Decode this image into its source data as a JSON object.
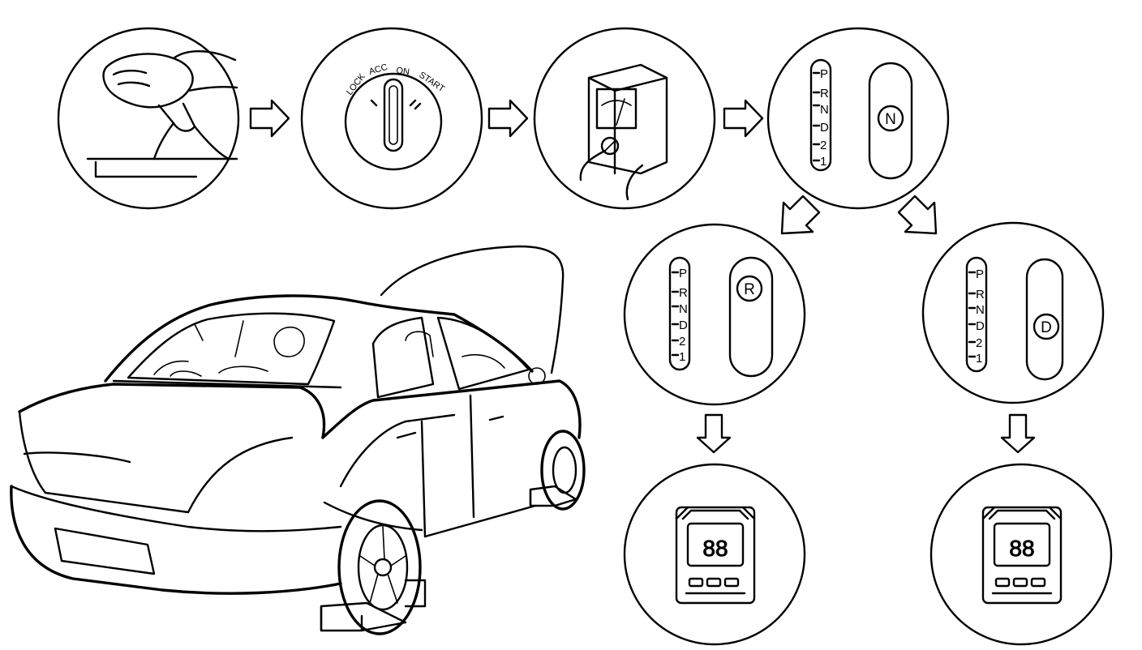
{
  "ignition_switch": {
    "positions": [
      "LOCK",
      "ACC",
      "ON",
      "START"
    ]
  },
  "shift_gates": [
    {
      "id": "neutral",
      "positions": [
        "P",
        "R",
        "N",
        "D",
        "2",
        "1"
      ],
      "selected": "N"
    },
    {
      "id": "reverse",
      "positions": [
        "P",
        "R",
        "N",
        "D",
        "2",
        "1"
      ],
      "selected": "R"
    },
    {
      "id": "drive",
      "positions": [
        "P",
        "R",
        "N",
        "D",
        "2",
        "1"
      ],
      "selected": "D"
    }
  ],
  "display_readout": "88",
  "icons": [
    "parking-brake-icon",
    "ignition-switch-icon",
    "tester-meter-icon",
    "shift-gate-icon",
    "diagnostic-display-icon",
    "flow-arrow-icon",
    "car-with-wheel-chocks-icon"
  ]
}
